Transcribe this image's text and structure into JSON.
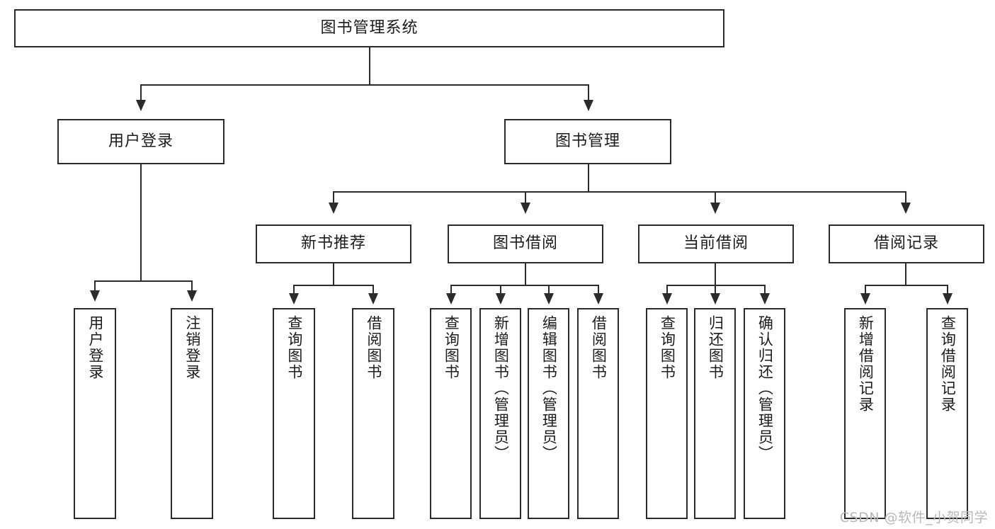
{
  "diagram": {
    "title": "图书管理系统",
    "watermark": "CSDN @软件_小贺同学",
    "colors": {
      "stroke": "#2b2b2b",
      "fill": "#ffffff",
      "text": "#1c1c1c",
      "watermark": "#b9b9b9"
    },
    "root": {
      "label": "图书管理系统"
    },
    "level2": [
      {
        "label": "用户登录"
      },
      {
        "label": "图书管理"
      }
    ],
    "level3": [
      {
        "label": "新书推荐"
      },
      {
        "label": "图书借阅"
      },
      {
        "label": "当前借阅"
      },
      {
        "label": "借阅记录"
      }
    ],
    "leaves": {
      "user_login": [
        {
          "label": "用户登录"
        },
        {
          "label": "注销登录"
        }
      ],
      "new_book_recommend": [
        {
          "label": "查询图书"
        },
        {
          "label": "借阅图书"
        }
      ],
      "book_borrow": [
        {
          "label": "查询图书"
        },
        {
          "label": "新增图书（管理员）"
        },
        {
          "label": "编辑图书（管理员）"
        },
        {
          "label": "借阅图书"
        }
      ],
      "current_borrow": [
        {
          "label": "查询图书"
        },
        {
          "label": "归还图书"
        },
        {
          "label": "确认归还（管理员）"
        }
      ],
      "borrow_record": [
        {
          "label": "新增借阅记录"
        },
        {
          "label": "查询借阅记录"
        }
      ]
    }
  }
}
